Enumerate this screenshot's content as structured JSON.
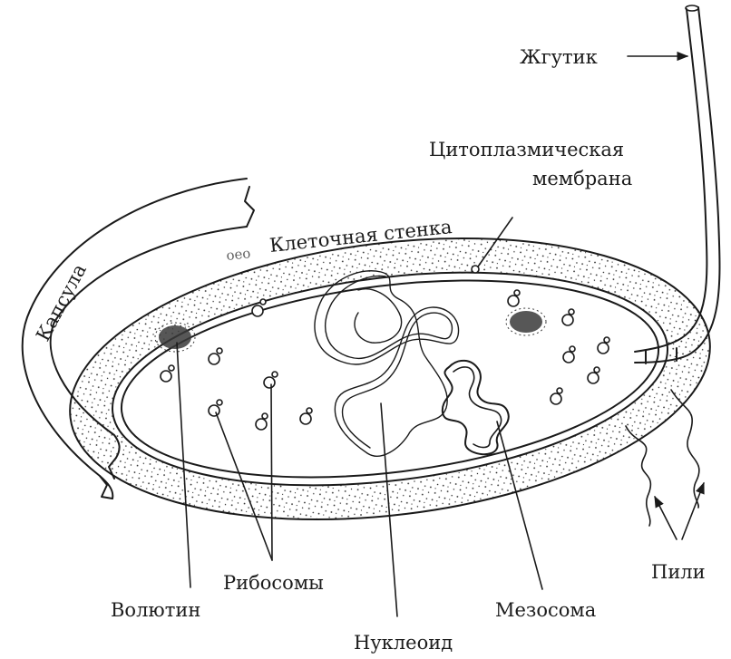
{
  "labels": {
    "flagellum": "Жгутик",
    "membrane_line1": "Цитоплазмическая",
    "membrane_line2": "мембрана",
    "cell_wall": "Клеточная стенка",
    "cell_wall_fragment": "oeo",
    "capsule": "Капсула",
    "ribosomes": "Рибосомы",
    "volutin": "Волютин",
    "nucleoid": "Нуклеоид",
    "mesosome": "Мезосома",
    "pili": "Пили"
  },
  "colors": {
    "ink": "#1a1a1a",
    "background": "#ffffff"
  }
}
